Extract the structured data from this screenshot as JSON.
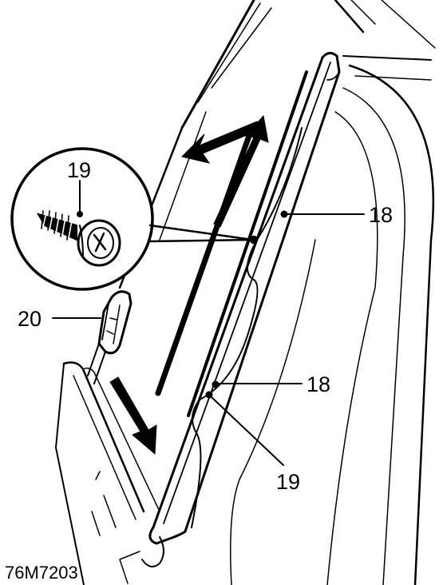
{
  "figure_reference": "76M7203",
  "callouts": {
    "upper_18": "18",
    "lower_18": "18",
    "lower_19": "19",
    "inset_19": "19",
    "left_20": "20"
  },
  "colors": {
    "ink": "#000000",
    "paper": "#ffffff"
  },
  "icons": {
    "inset_part": "self-tapping-screw-icon",
    "direction": "arrow-icon"
  }
}
